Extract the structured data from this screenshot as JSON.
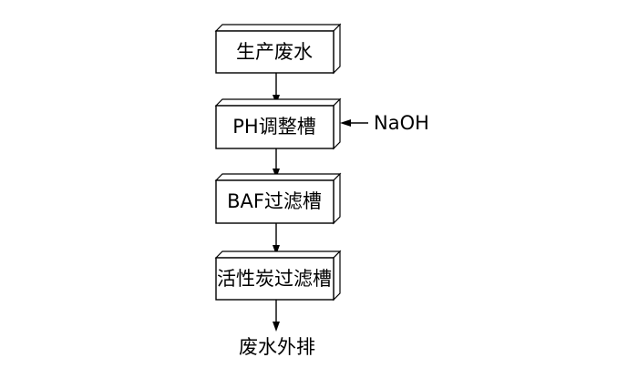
{
  "flow_steps": [
    {
      "label": "生产废水"
    },
    {
      "label": "PH调整槽"
    },
    {
      "label": "BAF过滤槽"
    },
    {
      "label": "活性炭过滤槽"
    }
  ],
  "reagent_input": {
    "label": "NaOH"
  },
  "final_output": {
    "label": "废水外排"
  }
}
